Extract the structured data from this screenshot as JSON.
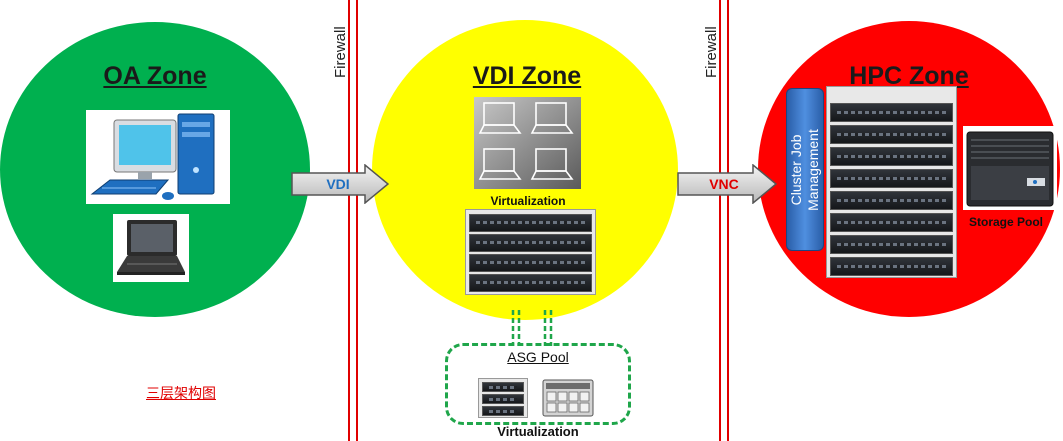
{
  "zones": {
    "oa": {
      "title": "OA Zone",
      "color": "#00b04f"
    },
    "vdi": {
      "title": "VDI Zone",
      "color": "#ffff00"
    },
    "hpc": {
      "title": "HPC Zone",
      "color": "#ff0000"
    }
  },
  "firewalls": {
    "label": "Firewall",
    "color": "#e00000"
  },
  "arrows": {
    "vdi": {
      "label": "VDI",
      "text_color": "#1f6fc0"
    },
    "vnc": {
      "label": "VNC",
      "text_color": "#e00000"
    }
  },
  "vdi_zone": {
    "virtualization_label": "Virtualization"
  },
  "hpc_zone": {
    "cluster_job_line1": "Cluster Job",
    "cluster_job_line2": "Management",
    "storage_label": "Storage Pool"
  },
  "asg_pool": {
    "label": "ASG Pool",
    "virtualization_label": "Virtualization",
    "border_color": "#1fa64a"
  },
  "caption": "三层架构图"
}
